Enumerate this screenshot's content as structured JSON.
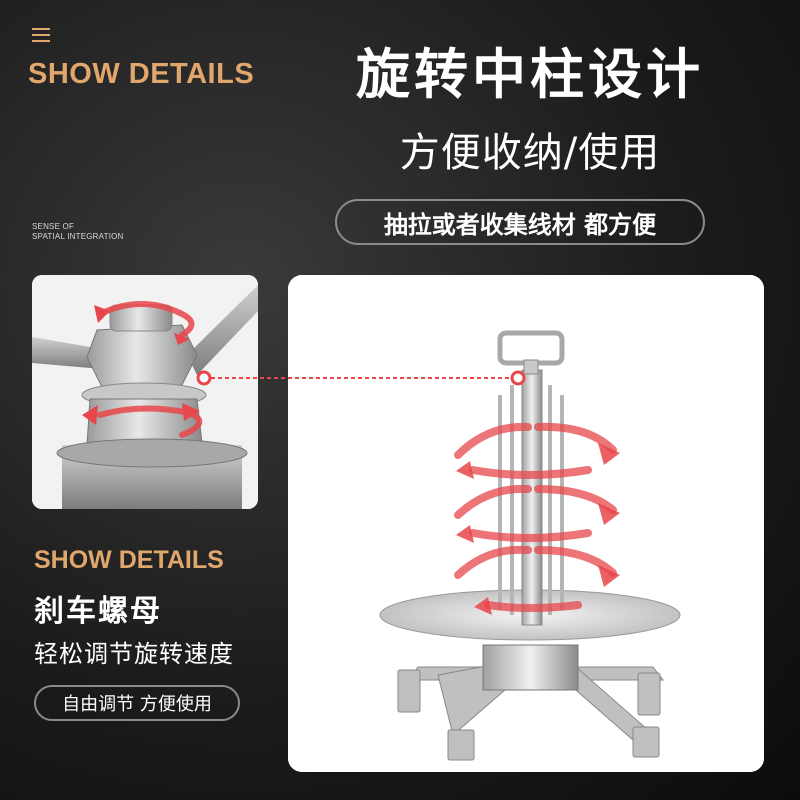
{
  "header": {
    "menu_icon": "hamburger-menu-icon",
    "brand": "SHOW DETAILS",
    "sub_en_line1": "SENSE OF",
    "sub_en_line2": "SPATIAL INTEGRATION"
  },
  "hero": {
    "headline": "旋转中柱设计",
    "subhead": "方便收纳/使用",
    "pill": "抽拉或者收集线材 都方便"
  },
  "feature": {
    "brand": "SHOW DETAILS",
    "title": "刹车螺母",
    "description": "轻松调节旋转速度",
    "pill": "自由调节 方便使用"
  },
  "colors": {
    "accent": "#e0a66b",
    "arrow": "#e8464a",
    "background": "#1c1c1c"
  }
}
